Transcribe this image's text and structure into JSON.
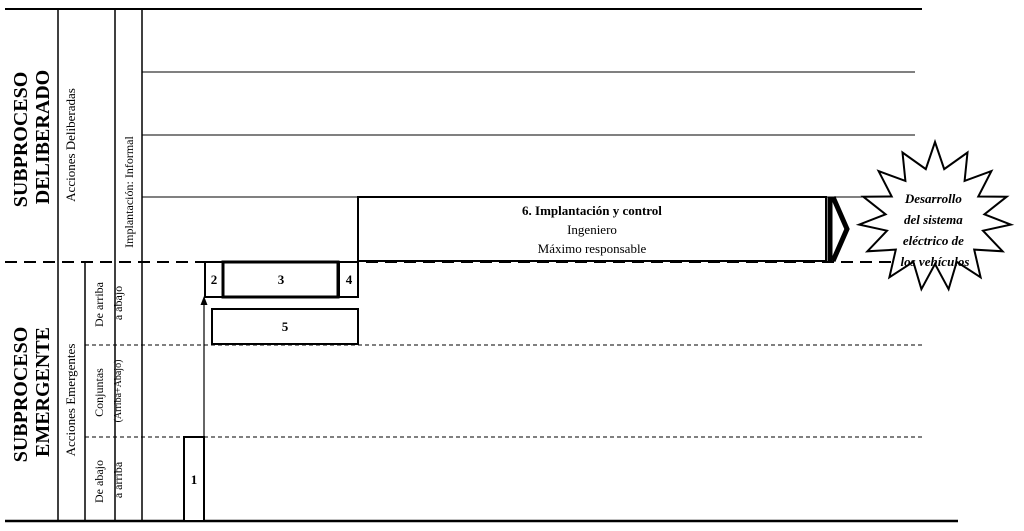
{
  "left_labels": {
    "deliberate_process": [
      "SUBPROCESO",
      "DELIBERADO"
    ],
    "emergent_process": [
      "SUBPROCESO",
      "EMERGENTE"
    ],
    "deliberate_actions": "Acciones Deliberadas",
    "emergent_actions": "Acciones Emergentes",
    "implementation": "Implantación: Informal",
    "top_down": [
      "De arriba",
      "a abajo"
    ],
    "joint": [
      "Conjuntas",
      "(Arriba+Abajo)"
    ],
    "bottom_up": [
      "De abajo",
      "a arriba"
    ]
  },
  "boxes": {
    "b1": "1",
    "b2": "2",
    "b3": "3",
    "b4": "4",
    "b5": "5",
    "b6_title": "6. Implantación y control",
    "b6_line2": "Ingeniero",
    "b6_line3": "Máximo responsable"
  },
  "outcome": [
    "Desarrollo",
    "del sistema",
    "eléctrico de",
    "los vehículos"
  ]
}
